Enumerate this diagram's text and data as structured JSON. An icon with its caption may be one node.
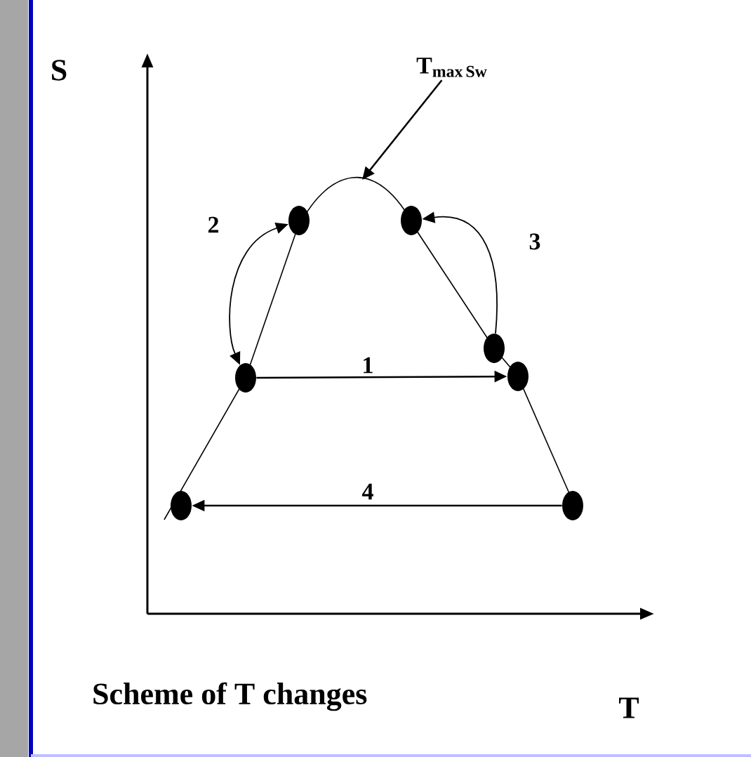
{
  "diagram": {
    "caption": "Scheme of T changes",
    "nodes": [
      {
        "text": [],
        "shape": "circle"
      },
      {
        "text": [],
        "shape": "circle"
      },
      {
        "text": [],
        "shape": "circle"
      },
      {
        "text": [],
        "shape": "circle"
      },
      {
        "text": [],
        "shape": "circle"
      },
      {
        "text": [],
        "shape": "circle"
      },
      {
        "text": [],
        "shape": "circle"
      },
      {
        "text": [
          "\\mathbf{T_{max\\,Sw}}"
        ]
      }
    ],
    "edges": [
      {
        "from": 3,
        "to": 4,
        "arrow": "to",
        "label": "1"
      },
      {
        "from": 0,
        "to": 3,
        "arrow": "both",
        "label": "2"
      },
      {
        "from": 2,
        "to": 1,
        "arrow": "to",
        "label": "3"
      },
      {
        "from": 6,
        "to": 5,
        "arrow": "to",
        "label": "4"
      },
      {
        "from": 7,
        "to": null,
        "arrow": "to"
      }
    ],
    "labels": [
      "S",
      "T"
    ]
  }
}
